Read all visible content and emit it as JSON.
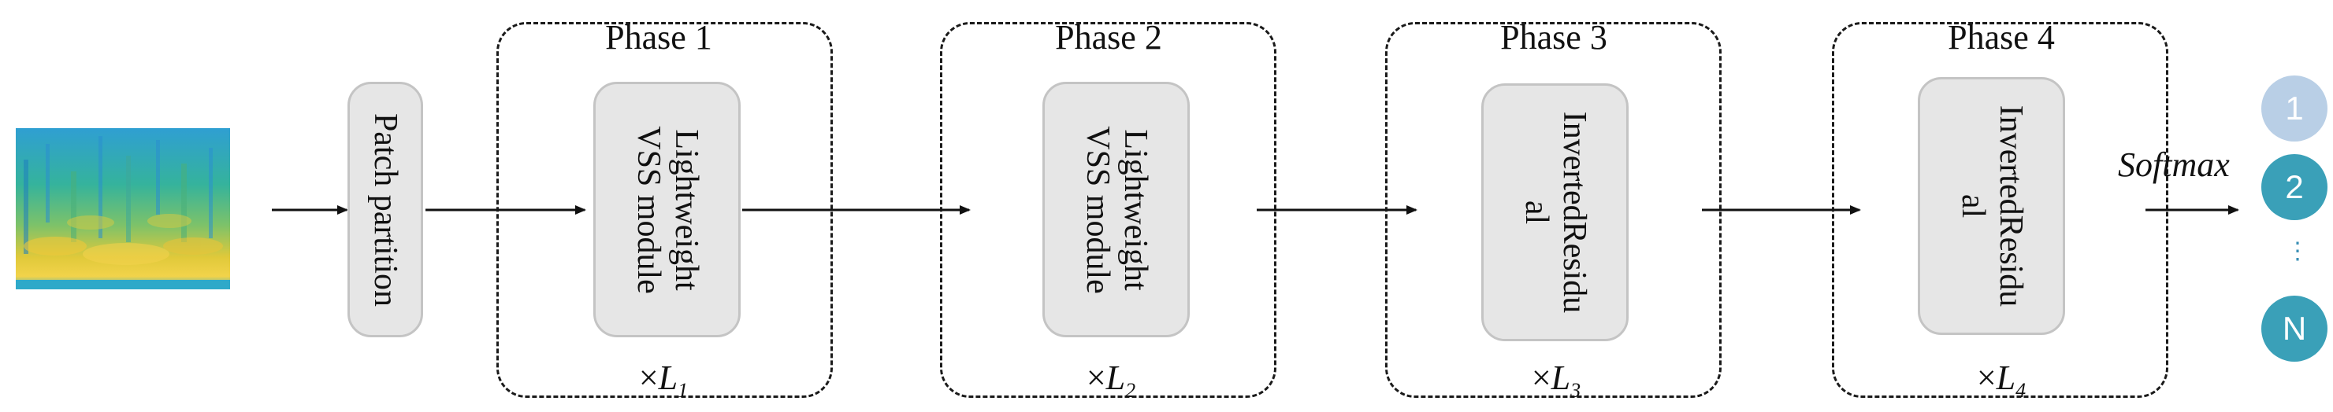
{
  "input": {
    "icon": "spectrogram-image"
  },
  "patch_partition": {
    "label": "Patch partition"
  },
  "phases": [
    {
      "title": "Phase 1",
      "module_lines": [
        "Lightweight",
        "VSS module"
      ],
      "repeat_symbol": "×",
      "repeat_var": "L",
      "repeat_sub": "1"
    },
    {
      "title": "Phase 2",
      "module_lines": [
        "Lightweight",
        "VSS module"
      ],
      "repeat_symbol": "×",
      "repeat_var": "L",
      "repeat_sub": "2"
    },
    {
      "title": "Phase 3",
      "module_lines": [
        "InvertedResidu",
        "al"
      ],
      "repeat_symbol": "×",
      "repeat_var": "L",
      "repeat_sub": "3"
    },
    {
      "title": "Phase 4",
      "module_lines": [
        "InvertedResidu",
        "al"
      ],
      "repeat_symbol": "×",
      "repeat_var": "L",
      "repeat_sub": "4"
    }
  ],
  "softmax": {
    "label": "Softmax"
  },
  "outputs": {
    "classes": [
      "1",
      "2",
      "N"
    ],
    "ellipsis": "⋮",
    "colors": {
      "faded": "#b9cfe6",
      "active": "#3aa0b8"
    }
  }
}
